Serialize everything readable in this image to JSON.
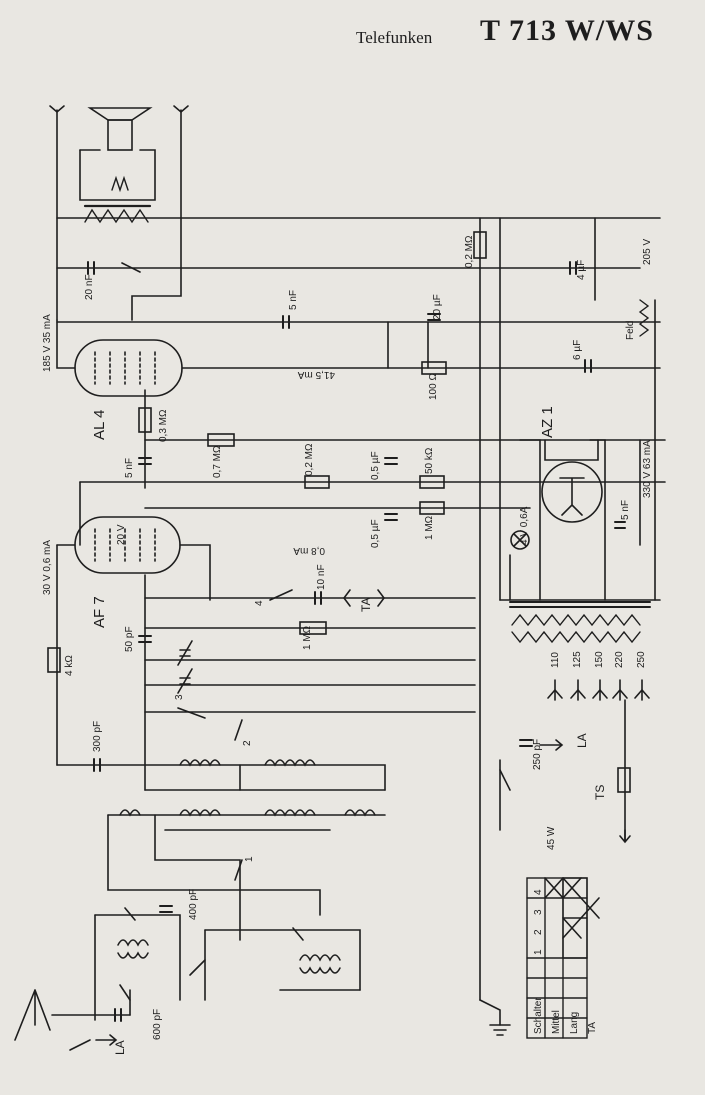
{
  "header": {
    "brand": "Telefunken",
    "model": "T 713 W/WS"
  },
  "tubes": {
    "output": "AL 4",
    "detector": "AF 7",
    "rectifier": "AZ 1"
  },
  "labels": {
    "v185": "185 V 35 mA",
    "v30": "30 V 0,6 mA",
    "v20": "20 V",
    "v205": "205 V",
    "v330": "330 V 63 mA",
    "i415": "41,5 mA",
    "i08": "0,8 mA",
    "lamp": "4 V 0,6A",
    "feld": "Feld",
    "ta": "TA",
    "la1": "LA",
    "la2": "LA",
    "ts": "TS",
    "w45": "45 W"
  },
  "components": {
    "c20nf": "20 nF",
    "c5nf": "5 nF",
    "c20uf": "20 µF",
    "c4uf": "4 µF",
    "c6uf": "6 µF",
    "r02m_top": "0,2 MΩ",
    "r100": "100 Ω",
    "r03m": "0,3 MΩ",
    "c5nf_grid": "5 nF",
    "r07m": "0,7 MΩ",
    "r02m": "0,2 MΩ",
    "c05uf_a": "0,5 µF",
    "r50k": "50 kΩ",
    "c05uf_b": "0,5 µF",
    "r1m_a": "1 MΩ",
    "c5nf_rect": "5 nF",
    "c10nf": "10 nF",
    "r1m_b": "1 MΩ",
    "c50pf": "50 pF",
    "r4k": "4 kΩ",
    "c300pf": "300 pF",
    "c400pf": "400 pF",
    "c600pf": "600 pF",
    "c250pf": "250 pF"
  },
  "taps": [
    "110",
    "125",
    "150",
    "220",
    "250"
  ],
  "switch_numbers": [
    "1",
    "2",
    "3",
    "4"
  ],
  "switch_table": {
    "header": [
      "Schalter",
      "1",
      "2",
      "3",
      "4"
    ],
    "rows": [
      {
        "label": "Mittel",
        "marks": [
          false,
          false,
          false,
          true
        ]
      },
      {
        "label": "Lang",
        "marks": [
          false,
          true,
          false,
          true
        ]
      },
      {
        "label": "TA",
        "marks": [
          false,
          false,
          true,
          false
        ]
      }
    ]
  }
}
